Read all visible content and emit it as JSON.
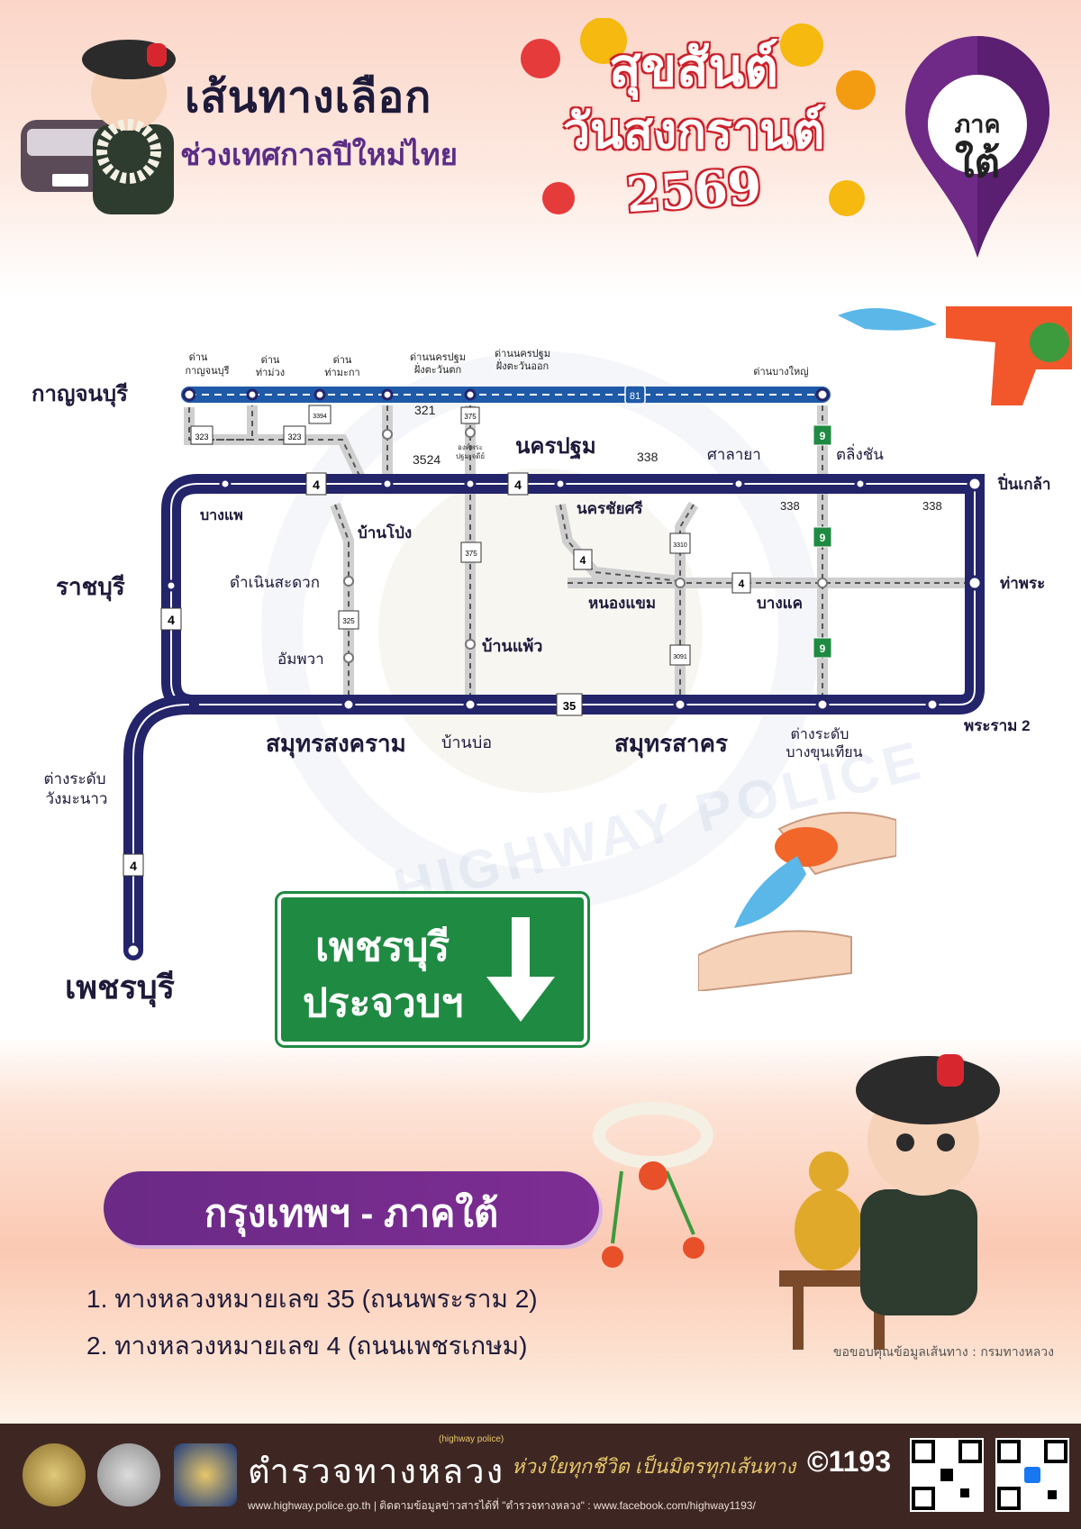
{
  "header": {
    "title": "เส้นทางเลือก",
    "subtitle": "ช่วงเทศกาลปีใหม่ไทย",
    "festival_line1": "สุขสันต์",
    "festival_line2": "วันสงกรานต์",
    "festival_year": "2569",
    "region_label_1": "ภาค",
    "region_label_2": "ใต้"
  },
  "map": {
    "provinces": {
      "kanchanaburi": "กาญจนบุรี",
      "ratchaburi": "ราชบุรี",
      "phetchaburi": "เพชรบุรี",
      "nakhon_pathom": "นครปฐม"
    },
    "toll_gates": {
      "kanchanaburi": [
        "ด่าน",
        "กาญจนบุรี"
      ],
      "tha_muang": [
        "ด่าน",
        "ท่าม่วง"
      ],
      "tha_maka": [
        "ด่าน",
        "ท่ามะกา"
      ],
      "np_west": [
        "ด่านนครปฐม",
        "ฝั่งตะวันตก"
      ],
      "np_east": [
        "ด่านนครปฐม",
        "ฝั่งตะวันออก"
      ],
      "bang_yai": "ด่านบางใหญ่"
    },
    "places": {
      "ban_pong": "บ้านโป่ง",
      "bang_phae": "บางแพ",
      "nakhon_chai_si": "นครชัยศรี",
      "sala_ya": "ศาลายา",
      "taling_chan": "ตลิ่งชัน",
      "pinklao": "ปิ่นเกล้า",
      "tha_phra": "ท่าพระ",
      "damnoen": "ดำเนินสะดวก",
      "amphawa": "อัมพวา",
      "ban_phaeo": "บ้านแพ้ว",
      "nong_khaem": "หนองแขม",
      "bang_khae": "บางแค",
      "samut_songkhram": "สมุทรสงคราม",
      "ban_bo": "บ้านบ่อ",
      "samut_sakhon": "สมุทรสาคร",
      "bang_khun_thian": [
        "ต่างระดับ",
        "บางขุนเทียน"
      ],
      "rama2": "พระราม 2",
      "wang_manao": [
        "ต่างระดับ",
        "วังมะนาว"
      ],
      "ongphra": [
        "องค์พระ",
        "ปฐมเจดีย์"
      ]
    },
    "road_numbers": [
      "81",
      "323",
      "3394",
      "321",
      "375",
      "3524",
      "338",
      "9",
      "4",
      "35",
      "325",
      "3310",
      "3091"
    ]
  },
  "sign": {
    "line1": "เพชรบุรี",
    "line2": "ประจวบฯ"
  },
  "routes": {
    "heading": "กรุงเทพฯ - ภาคใต้",
    "items": [
      "1. ทางหลวงหมายเลข 35 (ถนนพระราม 2)",
      "2. ทางหลวงหมายเลข 4 (ถนนเพชรเกษม)"
    ],
    "credit": "ขอขอบคุณข้อมูลเส้นทาง : กรมทางหลวง"
  },
  "footer": {
    "brand": "ตำรวจทางหลวง",
    "brand_small": "(highway police)",
    "slogan": "ห่วงใยทุกชีวิต เป็นมิตรทุกเส้นทาง",
    "hotline": "©1193",
    "links": "www.highway.police.go.th | ติดตามข้อมูลข่าวสารได้ที่ \"ตำรวจทางหลวง\" : www.facebook.com/highway1193/"
  },
  "colors": {
    "route_main": "#24246b",
    "route_81": "#1f5aa8",
    "banner": "#6b2a86",
    "sign": "#1f8a42",
    "footer": "#3e2723"
  }
}
